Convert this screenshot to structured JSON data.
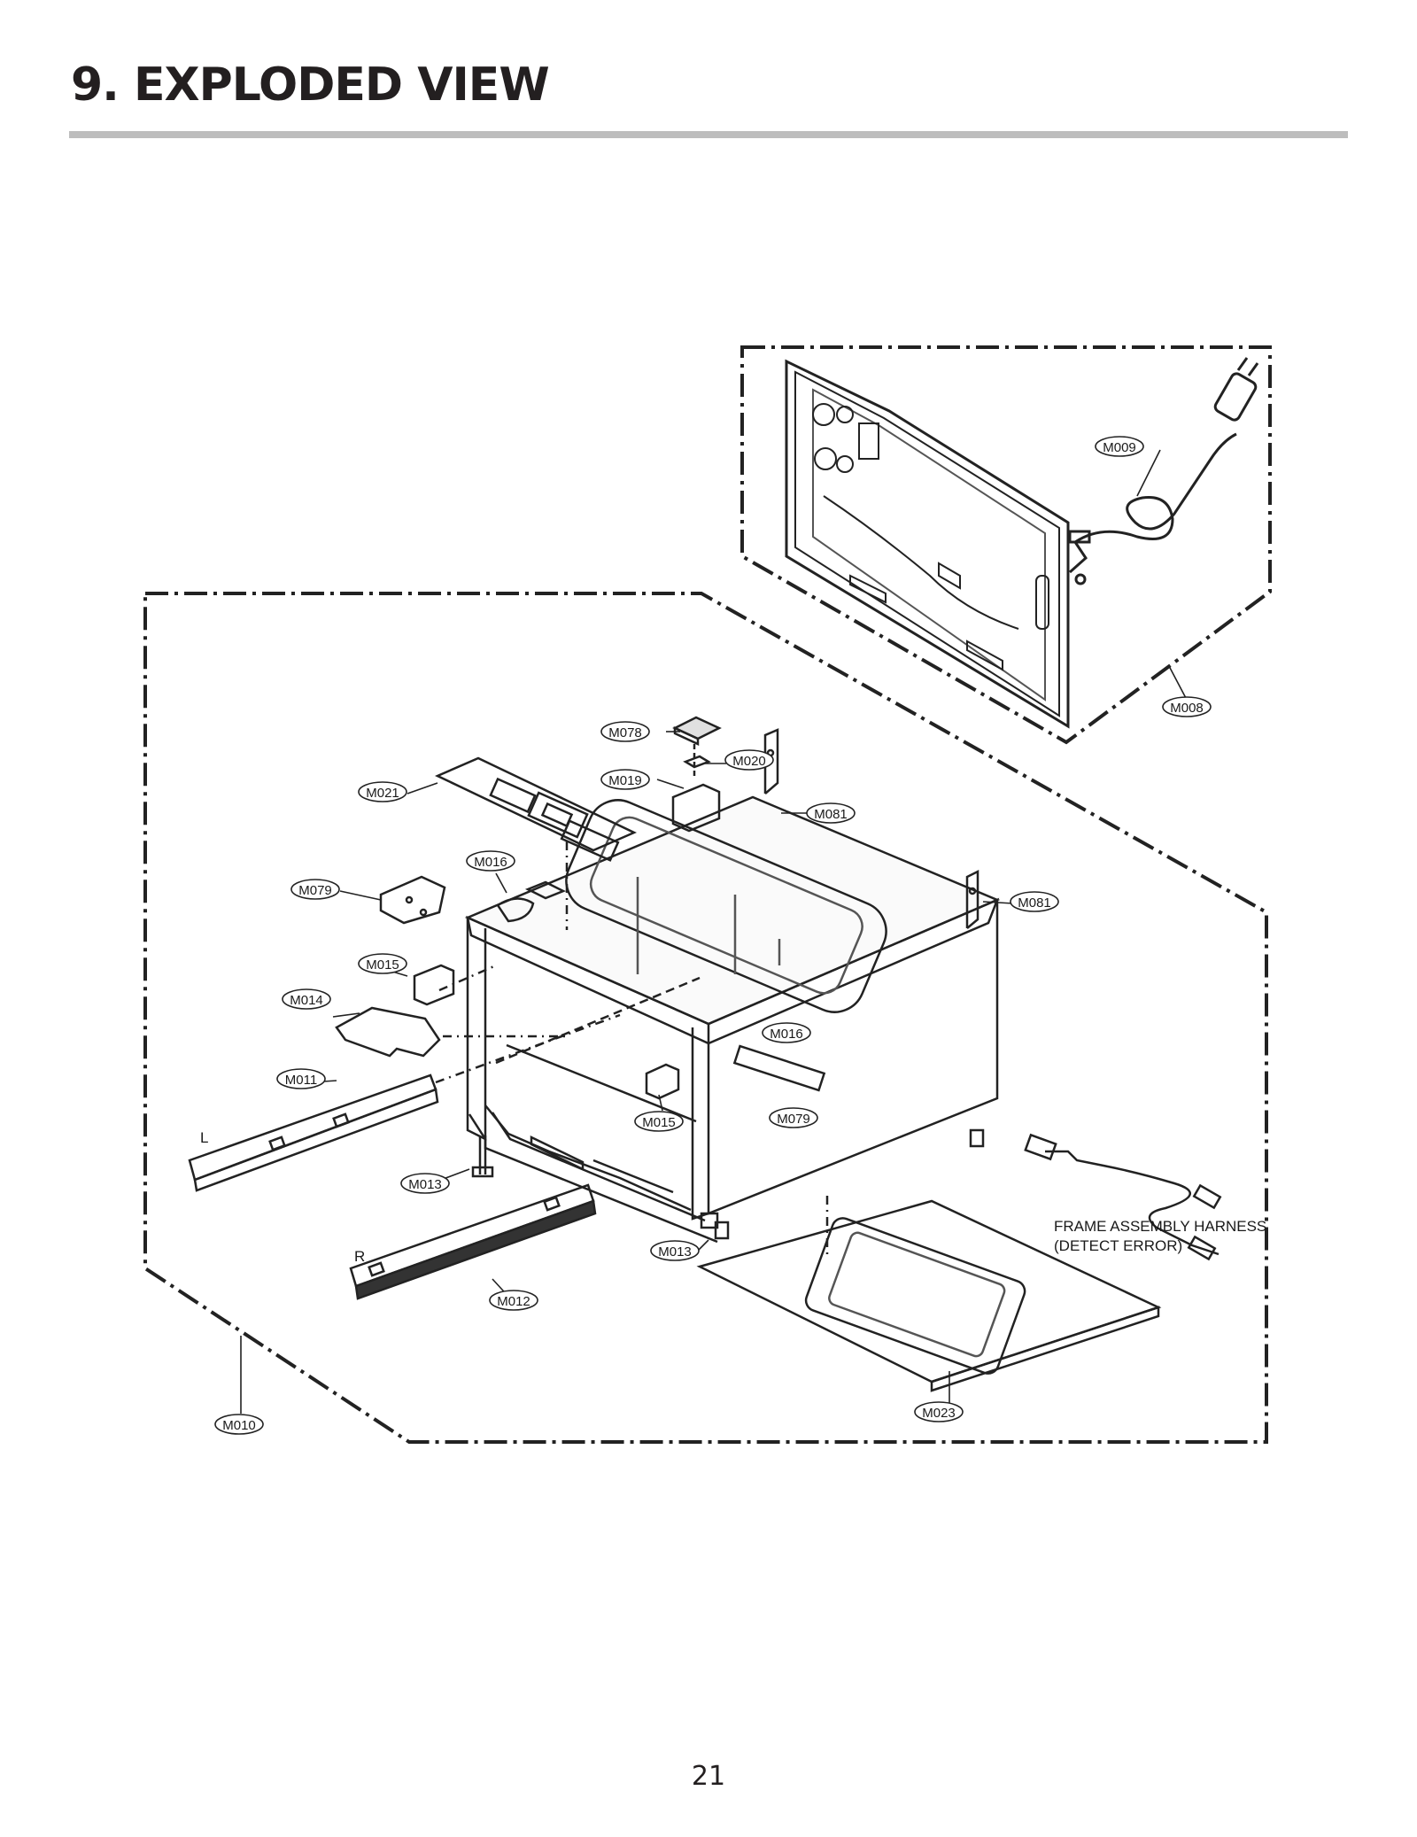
{
  "header": {
    "title": "9. EXPLODED VIEW"
  },
  "parts": {
    "m008": "M008",
    "m009": "M009",
    "m010": "M010",
    "m011": "M011",
    "m012": "M012",
    "m013a": "M013",
    "m013b": "M013",
    "m014": "M014",
    "m015a": "M015",
    "m015b": "M015",
    "m016a": "M016",
    "m016b": "M016",
    "m019": "M019",
    "m020": "M020",
    "m021": "M021",
    "m023": "M023",
    "m078": "M078",
    "m079a": "M079",
    "m079b": "M079",
    "m081a": "M081",
    "m081b": "M081"
  },
  "side_marks": {
    "left": "L",
    "right": "R"
  },
  "harness_note": {
    "line1": "FRAME ASSEMBLY HARNESS",
    "line2": "(DETECT ERROR)"
  },
  "footer": {
    "page_number": "21"
  }
}
